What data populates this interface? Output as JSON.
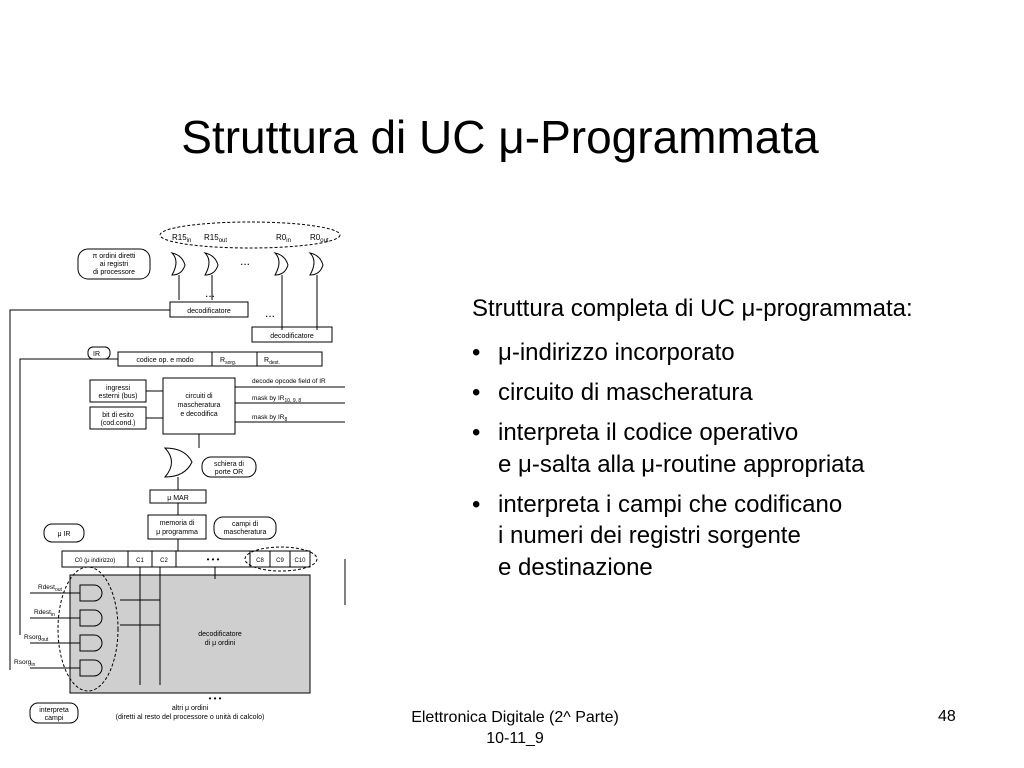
{
  "slide": {
    "title": "Struttura di UC μ-Programmata",
    "intro": "Struttura completa di UC μ-programmata:",
    "bullets": [
      {
        "lines": [
          "μ-indirizzo incorporato"
        ]
      },
      {
        "lines": [
          "circuito di mascheratura"
        ]
      },
      {
        "lines": [
          "interpreta il codice operativo",
          "e μ-salta alla μ-routine appropriata"
        ]
      },
      {
        "lines": [
          "interpreta i campi che codificano",
          "i numeri dei registri sorgente",
          "e destinazione"
        ]
      }
    ],
    "footer": {
      "course": "Elettronica Digitale (2^ Parte)",
      "code": "10-11_9",
      "page": "48"
    }
  },
  "diagram": {
    "registers_top": [
      "R15",
      "R15",
      "R0",
      "R0"
    ],
    "registers_top_sub": [
      "in",
      "out",
      "in",
      "out"
    ],
    "orders_note": [
      "π ordini diretti",
      "ai registri",
      "di processore"
    ],
    "ellipsis": "...",
    "decoder1": "decodificatore",
    "decoder2": "decodificatore",
    "ir_label": "IR",
    "ir_fields": [
      "codice op. e modo",
      "R",
      "R"
    ],
    "ir_field_subs": [
      "",
      "sorg.",
      "dest."
    ],
    "decode_field": "decode opcode field of IR",
    "mask_a": "mask by IR",
    "mask_a_sub": "10, 9, 8",
    "mask_b": "mask by IR",
    "mask_b_sub": "8",
    "inputs_box": [
      "ingressi",
      "esterni (bus)"
    ],
    "status_box": [
      "bit di esito",
      "(cod.cond.)"
    ],
    "masking_box": [
      "circuiti di",
      "mascheratura",
      "e decodifica"
    ],
    "or_note": [
      "schiera di",
      "porte OR"
    ],
    "mar_label": "μ MAR",
    "memory_box": [
      "memoria di",
      "μ programma"
    ],
    "fields_note": [
      "campi di",
      "mascheratura"
    ],
    "uir_label": "μ IR",
    "uir_fields": [
      "C0 (μ indirizzo)",
      "C1",
      "C2",
      "• • •",
      "C8",
      "C9",
      "C10"
    ],
    "side_signals": [
      "Rdest",
      "Rdest",
      "Rsorg",
      "Rsorg"
    ],
    "side_subs": [
      "out",
      "in",
      "out",
      "in"
    ],
    "decoder3": [
      "decodificatore",
      "di μ ordini"
    ],
    "bottom_dots": "• • •",
    "bottom_label": [
      "altri μ ordini",
      "(diretti al resto del processore o unità di calcolo)"
    ],
    "interprets_note": [
      "interpreta",
      "campi"
    ]
  }
}
